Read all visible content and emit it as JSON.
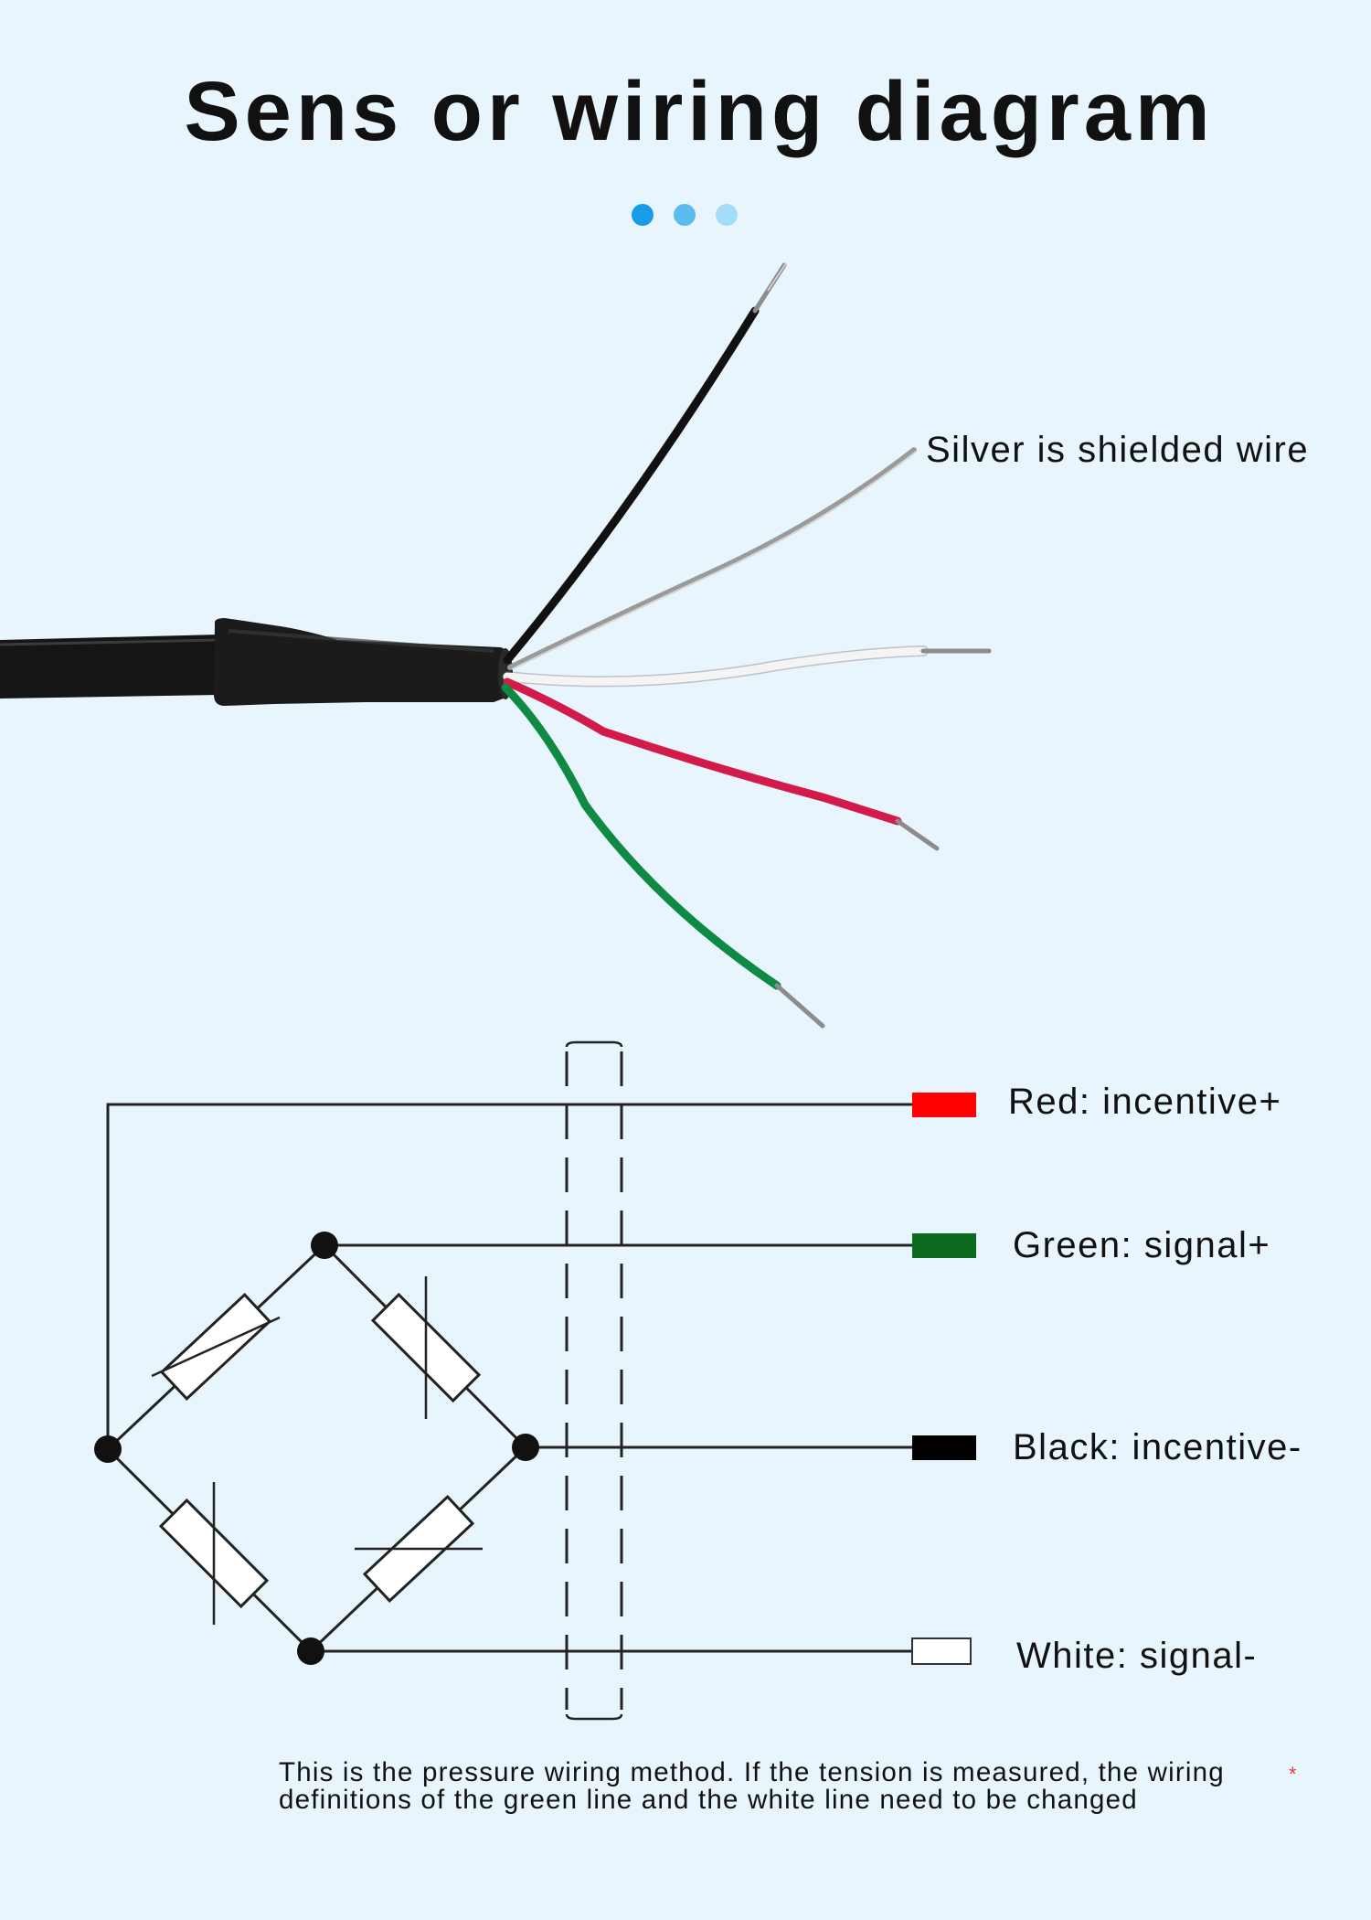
{
  "title": "Sens or wiring diagram",
  "shield_label": "Silver is shielded wire",
  "wires": [
    {
      "key": "red",
      "label": "Red: incentive+",
      "color": "#ff0000"
    },
    {
      "key": "green",
      "label": "Green: signal+",
      "color": "#0b6a1e"
    },
    {
      "key": "black",
      "label": "Black: incentive-",
      "color": "#000000"
    },
    {
      "key": "white",
      "label": "White: signal-",
      "color": "#ffffff"
    }
  ],
  "note": "This is the pressure wiring method. If the tension is measured, the wiring definitions of the green line and the white line need to be changed",
  "note_mark": "*",
  "colors": {
    "background": "#e9f5fc",
    "dot_1": "#1a9be8",
    "dot_2": "#5cbcef",
    "dot_3": "#a4dcf7",
    "cable": "#111111",
    "shield": "#9a9a9a"
  }
}
